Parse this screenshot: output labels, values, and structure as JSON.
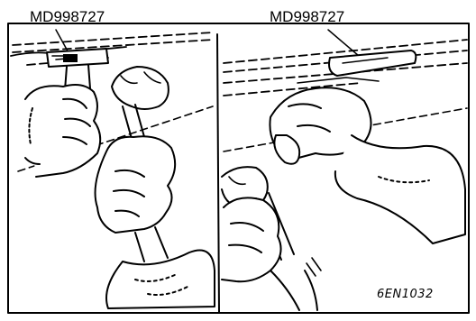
{
  "labels": {
    "left_tool": "MD998727",
    "right_tool": "MD998727"
  },
  "figure_code": "6EN1032",
  "panels": [
    {
      "scene": "hammer-tapping-special-tool-left"
    },
    {
      "scene": "hand-pressing-special-tool-right"
    }
  ]
}
